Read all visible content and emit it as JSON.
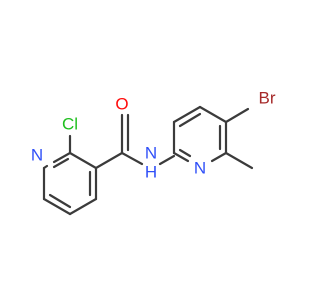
{
  "molecule": {
    "atoms": {
      "o": {
        "text": "O",
        "color": "#ff0d0d"
      },
      "cl": {
        "text": "Cl",
        "color": "#1fbf1f"
      },
      "br": {
        "text": "Br",
        "color": "#a62929"
      },
      "n_amide": {
        "text": "N",
        "color": "#3050f8"
      },
      "h_amide": {
        "text": "H",
        "color": "#3050f8"
      },
      "n_ring_left": {
        "text": "N",
        "color": "#3050f8"
      },
      "n_ring_right": {
        "text": "N",
        "color": "#3050f8"
      }
    },
    "bond_color": "#3b3b3b"
  }
}
